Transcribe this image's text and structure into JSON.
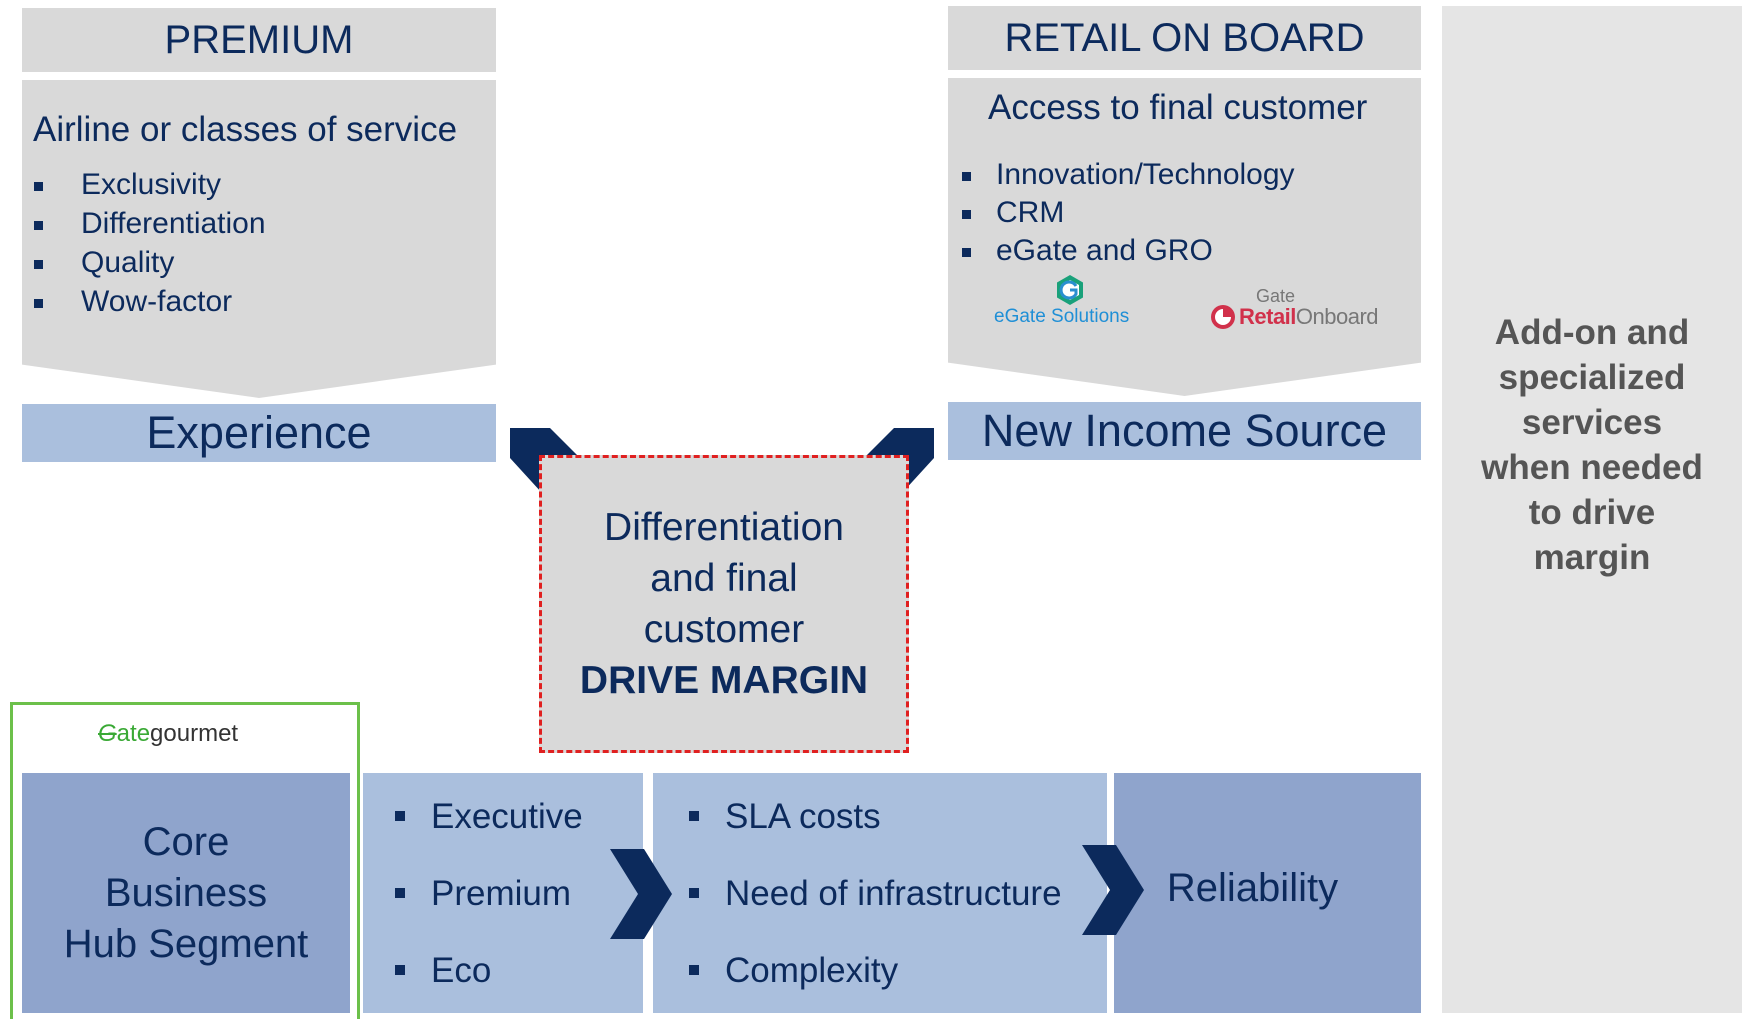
{
  "premium": {
    "header": "PREMIUM",
    "subtitle": "Airline or classes of service",
    "bullets": [
      "Exclusivity",
      "Differentiation",
      "Quality",
      "Wow-factor"
    ],
    "result_label": "Experience"
  },
  "retail": {
    "header": "RETAIL ON BOARD",
    "subtitle": "Access to final customer",
    "bullets": [
      "Innovation/Technology",
      "CRM",
      "eGate and GRO"
    ],
    "logo_egate": "eGate Solutions",
    "logo_gro_small": "Gate",
    "logo_gro_retail": "Retail",
    "logo_gro_onboard": "Onboard",
    "result_label": "New Income Source"
  },
  "center": {
    "line1": "Differentiation",
    "line2": "and final",
    "line3": "customer",
    "emphasis": "DRIVE MARGIN"
  },
  "side_note": {
    "line1": "Add-on and",
    "line2": "specialized",
    "line3": "services",
    "line4": "when needed",
    "line5": "to drive",
    "line6": "margin"
  },
  "core": {
    "logo_text_g": "G",
    "logo_text_ate": "ate",
    "logo_text_gourmet": "gourmet",
    "line1": "Core",
    "line2": "Business",
    "line3": "Hub Segment"
  },
  "classes": [
    "Executive",
    "Premium",
    "Eco"
  ],
  "drivers": [
    "SLA costs",
    "Need of infrastructure",
    "Complexity"
  ],
  "outcome": "Reliability",
  "colors": {
    "navy": "#0c2a5c",
    "gray_panel": "#d9d9d9",
    "light_blue": "#aabfdd",
    "mid_blue": "#8fa4cc",
    "dash_red": "#e02020",
    "green_frame": "#6cc04a"
  }
}
